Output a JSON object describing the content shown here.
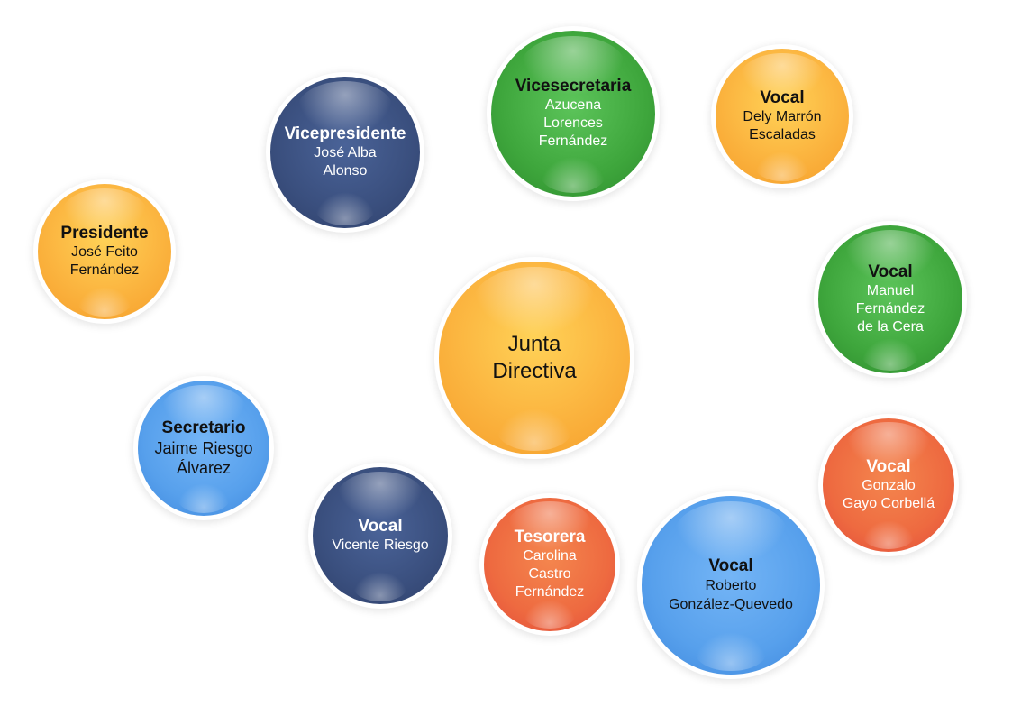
{
  "center": {
    "label": "Junta\nDirectiva"
  },
  "members": [
    {
      "role": "Presidente",
      "name": "José Feito\nFernández"
    },
    {
      "role": "Vicepresidente",
      "name": "José Alba\nAlonso"
    },
    {
      "role": "Vicesecretaria",
      "name": "Azucena\nLorences\nFernández"
    },
    {
      "role": "Vocal",
      "name": "Dely Marrón\nEscaladas"
    },
    {
      "role": "Vocal",
      "name": "Manuel\nFernández\nde la Cera"
    },
    {
      "role": "Secretario",
      "name": "Jaime Riesgo\nÁlvarez"
    },
    {
      "role": "Vocal",
      "name": "Vicente Riesgo"
    },
    {
      "role": "Tesorera",
      "name": "Carolina\nCastro\nFernández"
    },
    {
      "role": "Vocal",
      "name": "Roberto\nGonzález-Quevedo"
    },
    {
      "role": "Vocal",
      "name": "Gonzalo\nGayo Corbellá"
    }
  ]
}
